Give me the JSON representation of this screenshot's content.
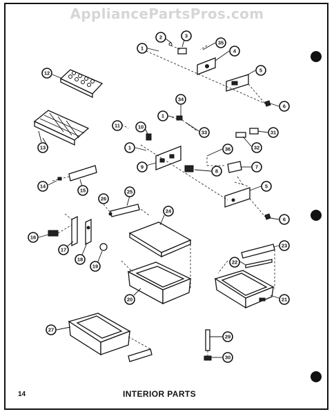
{
  "watermark": "AppliancePartsPros.com",
  "page_number": "14",
  "page_title": "INTERIOR PARTS",
  "callouts": [
    "1",
    "2",
    "3",
    "35",
    "4",
    "5",
    "6",
    "12",
    "34",
    "1",
    "33",
    "31",
    "32",
    "11",
    "10",
    "1",
    "9",
    "36",
    "8",
    "7",
    "5",
    "13",
    "14",
    "15",
    "26",
    "25",
    "24",
    "23",
    "16",
    "17",
    "18",
    "19",
    "22",
    "20",
    "21",
    "6",
    "27",
    "29",
    "30"
  ]
}
